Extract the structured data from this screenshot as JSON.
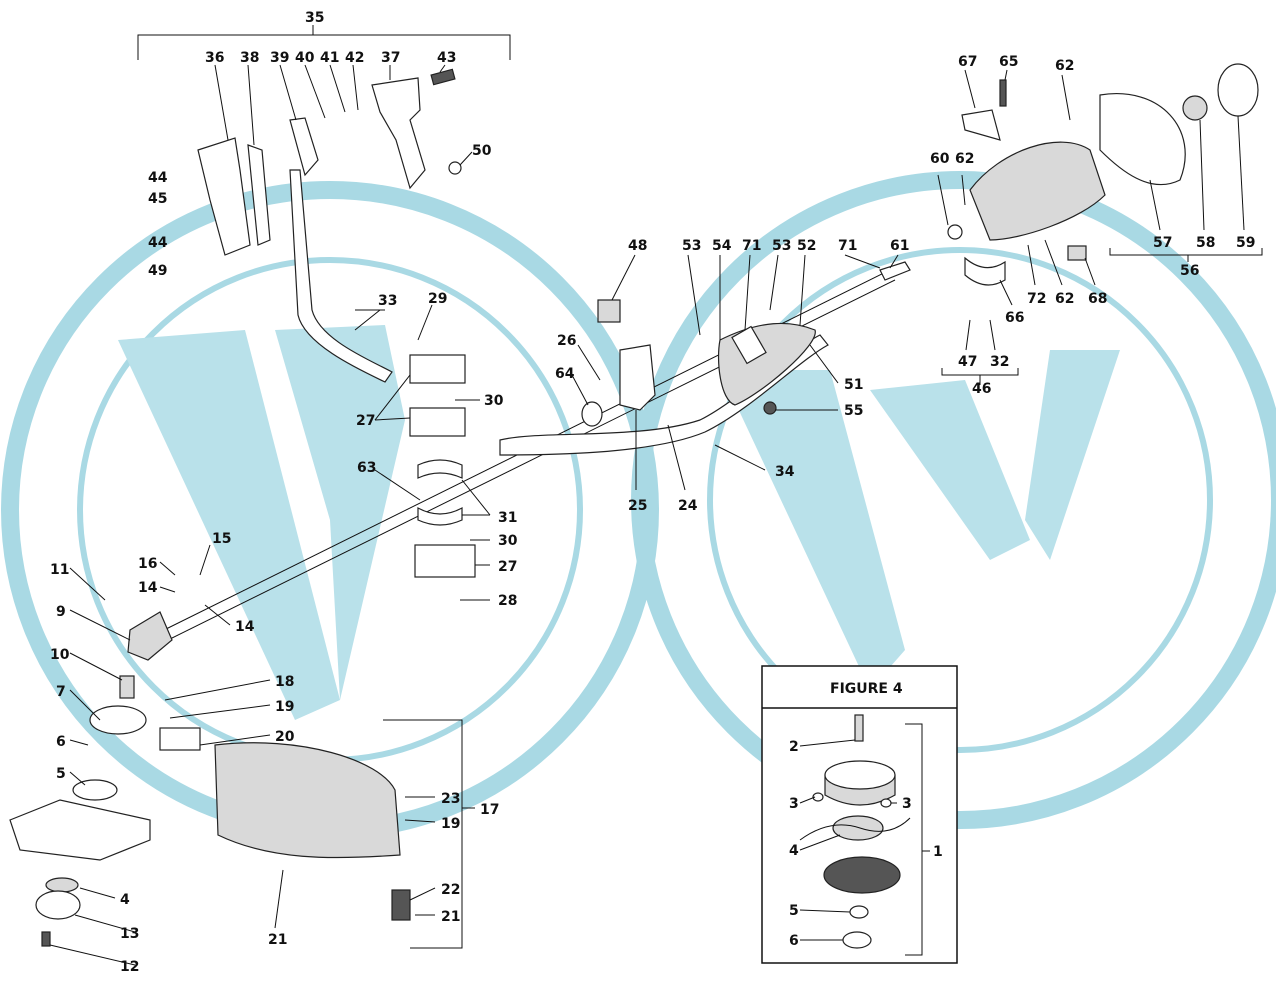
{
  "colors": {
    "watermark": "#b9e1ea",
    "line": "#111111",
    "part_fill": "#d9d9d9"
  },
  "callouts": {
    "c35": "35",
    "c36": "36",
    "c38": "38",
    "c39": "39",
    "c40": "40",
    "c41": "41",
    "c42": "42",
    "c37": "37",
    "c43": "43",
    "c50": "50",
    "c44a": "44",
    "c45": "45",
    "c44b": "44",
    "c49": "49",
    "c33": "33",
    "c29": "29",
    "c30a": "30",
    "c27a": "27",
    "c63": "63",
    "c31": "31",
    "c30b": "30",
    "c27b": "27",
    "c28": "28",
    "c48": "48",
    "c26": "26",
    "c64": "64",
    "c25": "25",
    "c24": "24",
    "c34": "34",
    "c53a": "53",
    "c54": "54",
    "c71a": "71",
    "c53b": "53",
    "c52": "52",
    "c71b": "71",
    "c61": "61",
    "c51": "51",
    "c55": "55",
    "c47": "47",
    "c32": "32",
    "c46": "46",
    "c67": "67",
    "c65": "65",
    "c62a": "62",
    "c60": "60",
    "c62b": "62",
    "c57": "57",
    "c58": "58",
    "c59": "59",
    "c56": "56",
    "c72": "72",
    "c62c": "62",
    "c68": "68",
    "c66": "66",
    "c11": "11",
    "c16": "16",
    "c15": "15",
    "c14a": "14",
    "c14b": "14",
    "c9": "9",
    "c10": "10",
    "c7": "7",
    "c6": "6",
    "c5": "5",
    "c4": "4",
    "c13": "13",
    "c12": "12",
    "c18": "18",
    "c19a": "19",
    "c20": "20",
    "c23": "23",
    "c19b": "19",
    "c17": "17",
    "c22": "22",
    "c21a": "21",
    "c21b": "21"
  },
  "figure4": {
    "title": "FIGURE 4",
    "c2": "2",
    "c3a": "3",
    "c3b": "3",
    "c4": "4",
    "c1": "1",
    "c5": "5",
    "c6": "6"
  }
}
